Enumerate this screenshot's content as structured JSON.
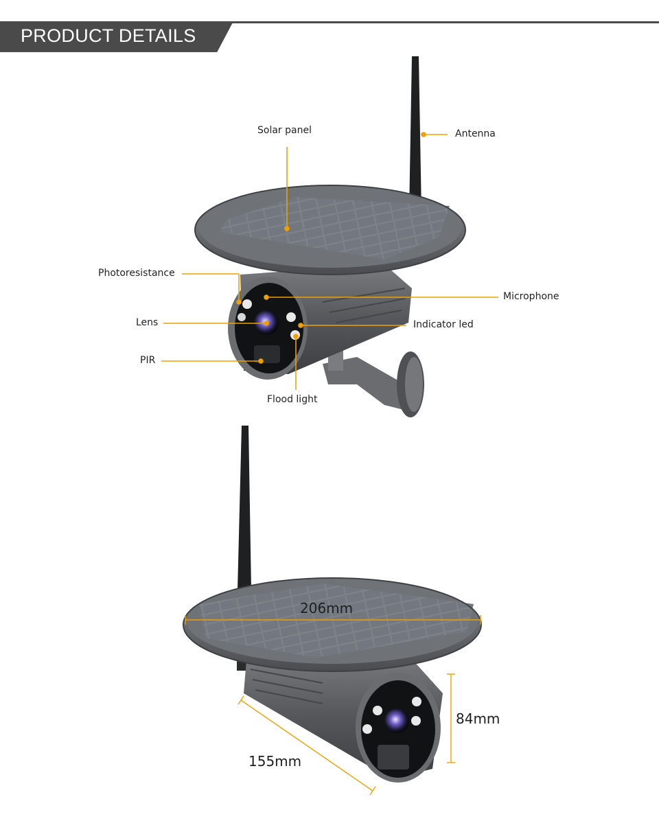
{
  "header": {
    "title": "PRODUCT DETAILS"
  },
  "callouts": {
    "solar_panel": "Solar panel",
    "antenna": "Antenna",
    "photoresistance": "Photoresistance",
    "microphone": "Microphone",
    "lens": "Lens",
    "indicator_led": "Indicator led",
    "pir": "PIR",
    "flood_light": "Flood light"
  },
  "dimensions": {
    "panel_diameter": "206mm",
    "body_height": "84mm",
    "body_length": "155mm"
  },
  "colors": {
    "banner": "#4a4a4a",
    "leader_line": "#f0a000",
    "camera_body": "#5a5c60",
    "solar_cell": "#6b7078"
  }
}
